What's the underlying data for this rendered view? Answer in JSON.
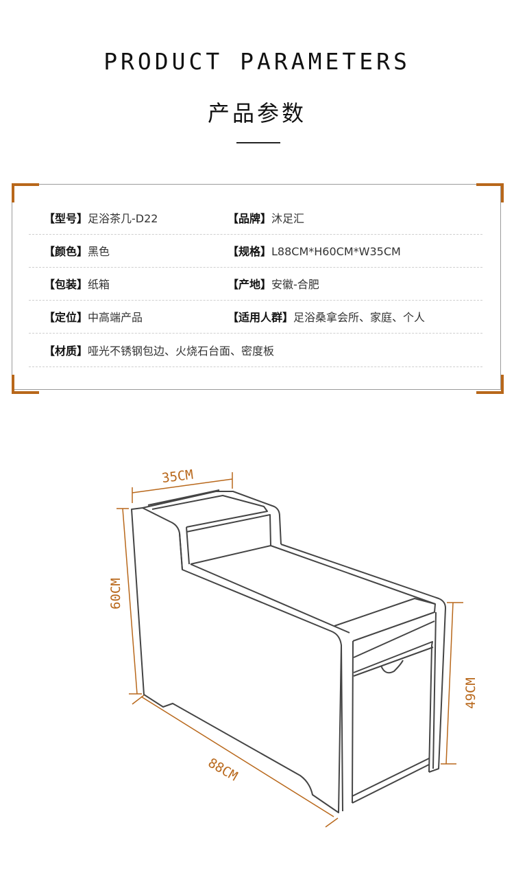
{
  "header": {
    "title_en": "PRODUCT PARAMETERS",
    "title_cn": "产品参数"
  },
  "params": [
    {
      "left": {
        "key": "【型号】",
        "value": "足浴茶几-D22"
      },
      "right": {
        "key": "【品牌】",
        "value": "沐足汇"
      }
    },
    {
      "left": {
        "key": "【颜色】",
        "value": "黑色"
      },
      "right": {
        "key": "【规格】",
        "value": "L88CM*H60CM*W35CM"
      }
    },
    {
      "left": {
        "key": "【包装】",
        "value": "纸箱"
      },
      "right": {
        "key": "【产地】",
        "value": "安徽-合肥"
      }
    },
    {
      "left": {
        "key": "【定位】",
        "value": "中高端产品"
      },
      "right": {
        "key": "【适用人群】",
        "value": "足浴桑拿会所、家庭、个人"
      }
    },
    {
      "left": {
        "key": "【材质】",
        "value": "哑光不锈钢包边、火烧石台面、密度板"
      }
    }
  ],
  "dimensions": {
    "width": "35CM",
    "height": "60CM",
    "length": "88CM",
    "seat_height": "49CM"
  },
  "colors": {
    "accent": "#b8671a",
    "line": "#444444"
  }
}
